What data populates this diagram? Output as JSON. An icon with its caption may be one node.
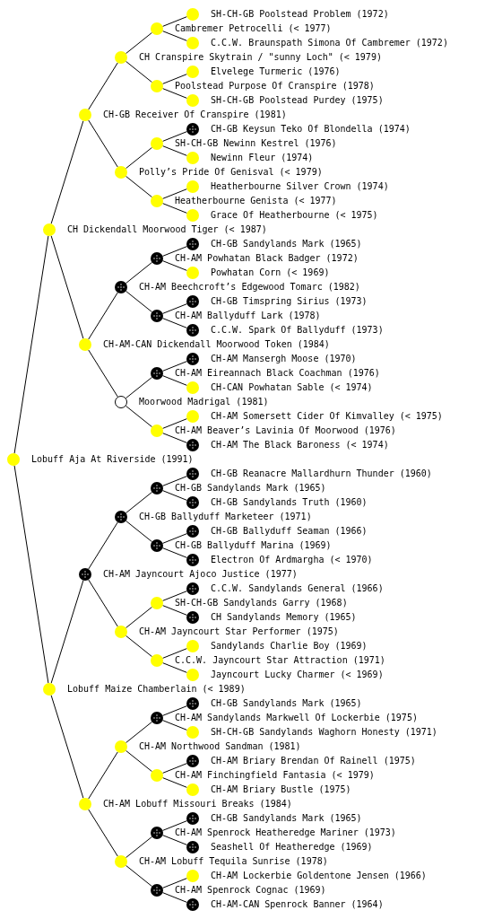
{
  "diagram": {
    "nodes": [
      {
        "text": [
          "SH-CH-GB Poolstead Problem (1972)"
        ]
      },
      {
        "text": [
          "Cambremer Petrocelli (< 1977)"
        ]
      },
      {
        "text": [
          "C.C.W. Braunspath Simona Of Cambremer (1972)"
        ]
      },
      {
        "text": [
          "CH Cranspire Skytrain / \"sunny Loch\" (< 1979)"
        ]
      },
      {
        "text": [
          "Elvelege Turmeric (1976)"
        ]
      },
      {
        "text": [
          "Poolstead Purpose Of Cranspire (1978)"
        ]
      },
      {
        "text": [
          "SH-CH-GB Poolstead Purdey (1975)"
        ]
      },
      {
        "text": [
          "CH-GB Receiver Of Cranspire (1981)"
        ]
      },
      {
        "text": [
          "CH-GB Keysun Teko Of Blondella (1974)"
        ]
      },
      {
        "text": [
          "SH-CH-GB Newinn Kestrel (1976)"
        ]
      },
      {
        "text": [
          "Newinn Fleur (1974)"
        ]
      },
      {
        "text": [
          "Polly’s Pride Of Genisval (< 1979)"
        ]
      },
      {
        "text": [
          "Heatherbourne Silver Crown (1974)"
        ]
      },
      {
        "text": [
          "Heatherbourne Genista (< 1977)"
        ]
      },
      {
        "text": [
          "Grace Of Heatherbourne (< 1975)"
        ]
      },
      {
        "text": [
          "CH Dickendall Moorwood Tiger (< 1987)"
        ]
      },
      {
        "text": [
          "CH-GB Sandylands Mark (1965)"
        ]
      },
      {
        "text": [
          "CH-AM Powhatan Black Badger (1972)"
        ]
      },
      {
        "text": [
          "Powhatan Corn (< 1969)"
        ]
      },
      {
        "text": [
          "CH-AM Beechcroft’s Edgewood Tomarc (1982)"
        ]
      },
      {
        "text": [
          "CH-GB Timspring Sirius (1973)"
        ]
      },
      {
        "text": [
          "CH-AM Ballyduff Lark (1978)"
        ]
      },
      {
        "text": [
          "C.C.W. Spark Of Ballyduff (1973)"
        ]
      },
      {
        "text": [
          "CH-AM-CAN Dickendall Moorwood Token (1984)"
        ]
      },
      {
        "text": [
          "CH-AM Mansergh Moose (1970)"
        ]
      },
      {
        "text": [
          "CH-AM Eireannach Black Coachman (1976)"
        ]
      },
      {
        "text": [
          "CH-CAN Powhatan Sable (< 1974)"
        ]
      },
      {
        "text": [
          "Moorwood Madrigal (1981)"
        ]
      },
      {
        "text": [
          "CH-AM Somersett Cider Of Kimvalley (< 1975)"
        ]
      },
      {
        "text": [
          "CH-AM Beaver’s Lavinia Of Moorwood (1976)"
        ]
      },
      {
        "text": [
          "CH-AM The Black Baroness (< 1974)"
        ]
      },
      {
        "text": [
          "Lobuff Aja At Riverside (1991)"
        ]
      },
      {
        "text": [
          "CH-GB Reanacre Mallardhurn Thunder (1960)"
        ]
      },
      {
        "text": [
          "CH-GB Sandylands Mark (1965)"
        ]
      },
      {
        "text": [
          "CH-GB Sandylands Truth (1960)"
        ]
      },
      {
        "text": [
          "CH-GB Ballyduff Marketeer (1971)"
        ]
      },
      {
        "text": [
          "CH-GB Ballyduff Seaman (1966)"
        ]
      },
      {
        "text": [
          "CH-GB Ballyduff Marina (1969)"
        ]
      },
      {
        "text": [
          "Electron Of Ardmargha (< 1970)"
        ]
      },
      {
        "text": [
          "CH-AM Jayncourt Ajoco Justice (1977)"
        ]
      },
      {
        "text": [
          "C.C.W. Sandylands General (1966)"
        ]
      },
      {
        "text": [
          "SH-CH-GB Sandylands Garry (1968)"
        ]
      },
      {
        "text": [
          "CH Sandylands Memory (1965)"
        ]
      },
      {
        "text": [
          "CH-AM Jayncourt Star Performer (1975)"
        ]
      },
      {
        "text": [
          "Sandylands Charlie Boy (1969)"
        ]
      },
      {
        "text": [
          "C.C.W. Jayncourt Star Attraction (1971)"
        ]
      },
      {
        "text": [
          "Jayncourt Lucky Charmer (< 1969)"
        ]
      },
      {
        "text": [
          "Lobuff Maize Chamberlain (< 1989)"
        ]
      },
      {
        "text": [
          "CH-GB Sandylands Mark (1965)"
        ]
      },
      {
        "text": [
          "CH-AM Sandylands Markwell Of Lockerbie (1975)"
        ]
      },
      {
        "text": [
          "SH-CH-GB Sandylands Waghorn Honesty (1971)"
        ]
      },
      {
        "text": [
          "CH-AM Northwood Sandman (1981)"
        ]
      },
      {
        "text": [
          "CH-AM Briary Brendan Of Rainell (1975)"
        ]
      },
      {
        "text": [
          "CH-AM Finchingfield Fantasia (< 1979)"
        ]
      },
      {
        "text": [
          "CH-AM Briary Bustle (1975)"
        ]
      },
      {
        "text": [
          "CH-AM Lobuff Missouri Breaks (1984)"
        ]
      },
      {
        "text": [
          "CH-GB Sandylands Mark (1965)"
        ]
      },
      {
        "text": [
          "CH-AM Spenrock Heatheredge Mariner (1973)"
        ]
      },
      {
        "text": [
          "Seashell Of Heatheredge (1969)"
        ]
      },
      {
        "text": [
          "CH-AM Lobuff Tequila Sunrise (1978)"
        ]
      },
      {
        "text": [
          "CH-AM Lockerbie Goldentone Jensen (1966)"
        ]
      },
      {
        "text": [
          "CH-AM Spenrock Cognac (1969)"
        ]
      },
      {
        "text": [
          "CH-AM-CAN Spenrock Banner (1964)"
        ]
      }
    ],
    "edges": [
      {
        "from": 31,
        "to": 15,
        "arrow": "none"
      },
      {
        "from": 31,
        "to": 47,
        "arrow": "none"
      },
      {
        "from": 15,
        "to": 7,
        "arrow": "none"
      },
      {
        "from": 15,
        "to": 23,
        "arrow": "none"
      },
      {
        "from": 47,
        "to": 39,
        "arrow": "none"
      },
      {
        "from": 47,
        "to": 55,
        "arrow": "none"
      },
      {
        "from": 7,
        "to": 3,
        "arrow": "none"
      },
      {
        "from": 7,
        "to": 11,
        "arrow": "none"
      },
      {
        "from": 23,
        "to": 19,
        "arrow": "none"
      },
      {
        "from": 23,
        "to": 27,
        "arrow": "none"
      },
      {
        "from": 39,
        "to": 35,
        "arrow": "none"
      },
      {
        "from": 39,
        "to": 43,
        "arrow": "none"
      },
      {
        "from": 55,
        "to": 51,
        "arrow": "none"
      },
      {
        "from": 55,
        "to": 59,
        "arrow": "none"
      },
      {
        "from": 3,
        "to": 1,
        "arrow": "none"
      },
      {
        "from": 3,
        "to": 5,
        "arrow": "none"
      },
      {
        "from": 11,
        "to": 9,
        "arrow": "none"
      },
      {
        "from": 11,
        "to": 13,
        "arrow": "none"
      },
      {
        "from": 19,
        "to": 17,
        "arrow": "none"
      },
      {
        "from": 19,
        "to": 21,
        "arrow": "none"
      },
      {
        "from": 27,
        "to": 25,
        "arrow": "none"
      },
      {
        "from": 27,
        "to": 29,
        "arrow": "none"
      },
      {
        "from": 35,
        "to": 33,
        "arrow": "none"
      },
      {
        "from": 35,
        "to": 37,
        "arrow": "none"
      },
      {
        "from": 43,
        "to": 41,
        "arrow": "none"
      },
      {
        "from": 43,
        "to": 45,
        "arrow": "none"
      },
      {
        "from": 51,
        "to": 49,
        "arrow": "none"
      },
      {
        "from": 51,
        "to": 53,
        "arrow": "none"
      },
      {
        "from": 59,
        "to": 57,
        "arrow": "none"
      },
      {
        "from": 59,
        "to": 61,
        "arrow": "none"
      },
      {
        "from": 1,
        "to": 0,
        "arrow": "none"
      },
      {
        "from": 1,
        "to": 2,
        "arrow": "none"
      },
      {
        "from": 5,
        "to": 4,
        "arrow": "none"
      },
      {
        "from": 5,
        "to": 6,
        "arrow": "none"
      },
      {
        "from": 9,
        "to": 8,
        "arrow": "none"
      },
      {
        "from": 9,
        "to": 10,
        "arrow": "none"
      },
      {
        "from": 13,
        "to": 12,
        "arrow": "none"
      },
      {
        "from": 13,
        "to": 14,
        "arrow": "none"
      },
      {
        "from": 17,
        "to": 16,
        "arrow": "none"
      },
      {
        "from": 17,
        "to": 18,
        "arrow": "none"
      },
      {
        "from": 21,
        "to": 20,
        "arrow": "none"
      },
      {
        "from": 21,
        "to": 22,
        "arrow": "none"
      },
      {
        "from": 25,
        "to": 24,
        "arrow": "none"
      },
      {
        "from": 25,
        "to": 26,
        "arrow": "none"
      },
      {
        "from": 29,
        "to": 28,
        "arrow": "none"
      },
      {
        "from": 29,
        "to": 30,
        "arrow": "none"
      },
      {
        "from": 33,
        "to": 32,
        "arrow": "none"
      },
      {
        "from": 33,
        "to": 34,
        "arrow": "none"
      },
      {
        "from": 37,
        "to": 36,
        "arrow": "none"
      },
      {
        "from": 37,
        "to": 38,
        "arrow": "none"
      },
      {
        "from": 41,
        "to": 40,
        "arrow": "none"
      },
      {
        "from": 41,
        "to": 42,
        "arrow": "none"
      },
      {
        "from": 45,
        "to": 44,
        "arrow": "none"
      },
      {
        "from": 45,
        "to": 46,
        "arrow": "none"
      },
      {
        "from": 49,
        "to": 48,
        "arrow": "none"
      },
      {
        "from": 49,
        "to": 50,
        "arrow": "none"
      },
      {
        "from": 53,
        "to": 52,
        "arrow": "none"
      },
      {
        "from": 53,
        "to": 54,
        "arrow": "none"
      },
      {
        "from": 57,
        "to": 56,
        "arrow": "none"
      },
      {
        "from": 57,
        "to": 58,
        "arrow": "none"
      },
      {
        "from": 61,
        "to": 60,
        "arrow": "none"
      },
      {
        "from": 61,
        "to": 62,
        "arrow": "none"
      }
    ]
  }
}
